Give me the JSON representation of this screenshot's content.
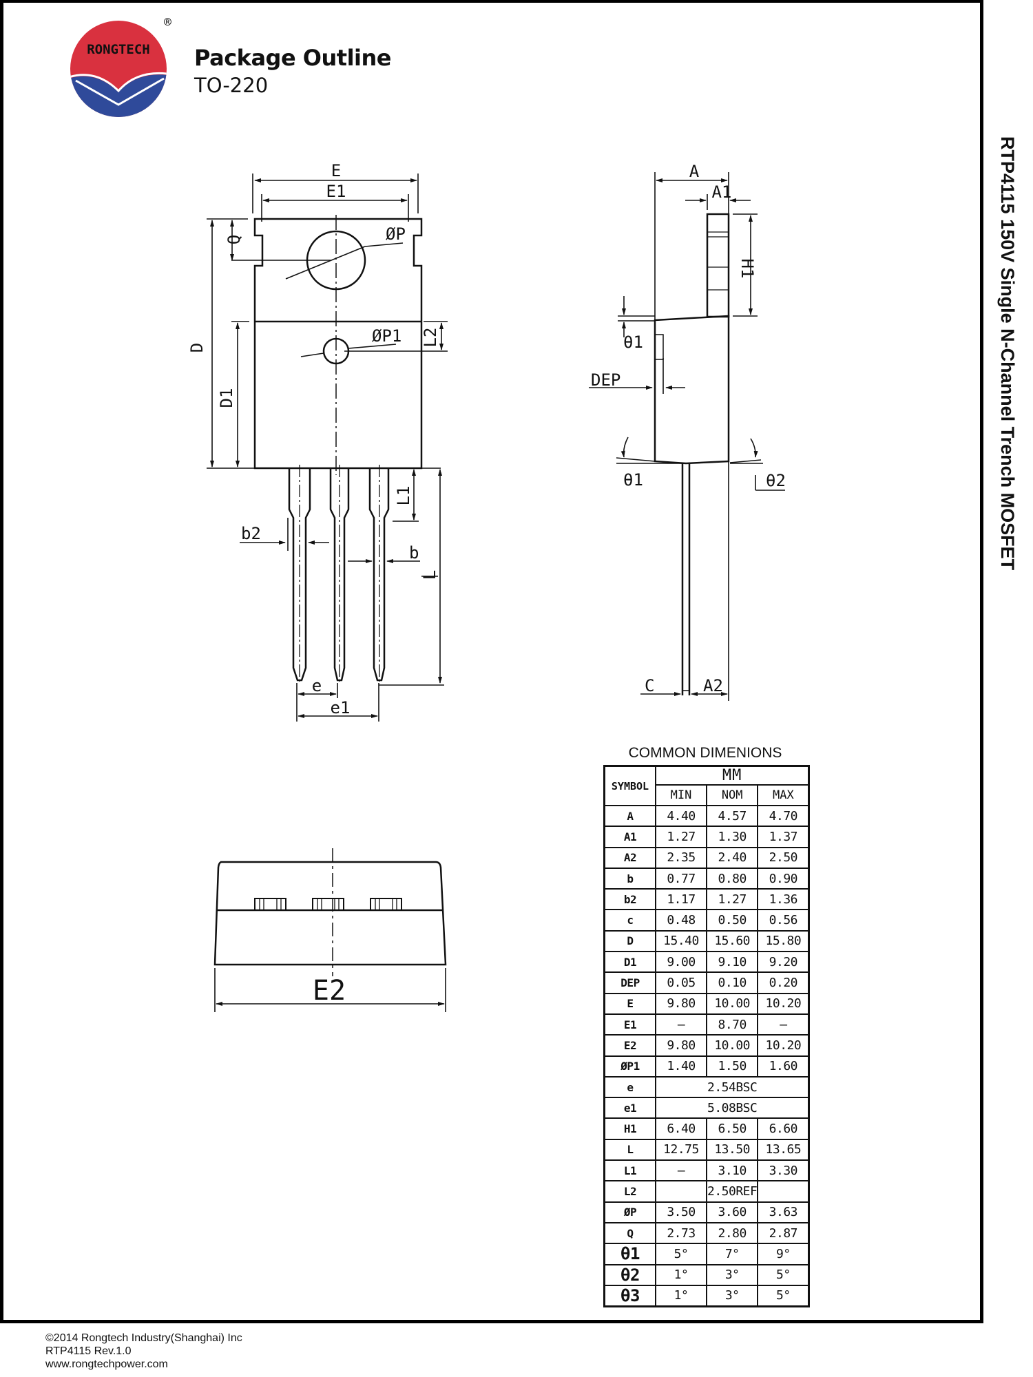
{
  "header": {
    "logo_text": "RONGTECH",
    "registered_mark": "®",
    "title": "Package Outline",
    "package": "TO-220"
  },
  "side_title": "RTP4115 150V Single N-Channel Trench MOSFET",
  "drawing_labels": {
    "front": {
      "E": "E",
      "E1": "E1",
      "P": "ØP",
      "P1": "ØP1",
      "Q": "Q",
      "D": "D",
      "D1": "D1",
      "L2": "L2",
      "L1": "L1",
      "L": "L",
      "b2": "b2",
      "b": "b",
      "e": "e",
      "e1": "e1"
    },
    "side": {
      "A": "A",
      "A1": "A1",
      "H1": "H1",
      "theta1_top": "θ1",
      "DEP": "DEP",
      "theta1_bottom": "θ1",
      "theta2": "θ2",
      "C": "C",
      "A2": "A2"
    },
    "bottom": {
      "E2": "E2"
    }
  },
  "dimensions_table": {
    "caption": "COMMON DIMENIONS",
    "unit": "MM",
    "symbol_header": "SYMBOL",
    "columns": [
      "MIN",
      "NOM",
      "MAX"
    ],
    "rows": [
      {
        "symbol": "A",
        "min": "4.40",
        "nom": "4.57",
        "max": "4.70"
      },
      {
        "symbol": "A1",
        "min": "1.27",
        "nom": "1.30",
        "max": "1.37"
      },
      {
        "symbol": "A2",
        "min": "2.35",
        "nom": "2.40",
        "max": "2.50"
      },
      {
        "symbol": "b",
        "min": "0.77",
        "nom": "0.80",
        "max": "0.90"
      },
      {
        "symbol": "b2",
        "min": "1.17",
        "nom": "1.27",
        "max": "1.36"
      },
      {
        "symbol": "c",
        "min": "0.48",
        "nom": "0.50",
        "max": "0.56"
      },
      {
        "symbol": "D",
        "min": "15.40",
        "nom": "15.60",
        "max": "15.80"
      },
      {
        "symbol": "D1",
        "min": "9.00",
        "nom": "9.10",
        "max": "9.20"
      },
      {
        "symbol": "DEP",
        "min": "0.05",
        "nom": "0.10",
        "max": "0.20"
      },
      {
        "symbol": "E",
        "min": "9.80",
        "nom": "10.00",
        "max": "10.20"
      },
      {
        "symbol": "E1",
        "min": "–",
        "nom": "8.70",
        "max": "–"
      },
      {
        "symbol": "E2",
        "min": "9.80",
        "nom": "10.00",
        "max": "10.20"
      },
      {
        "symbol": "ØP1",
        "min": "1.40",
        "nom": "1.50",
        "max": "1.60"
      },
      {
        "symbol": "e",
        "span": "2.54BSC"
      },
      {
        "symbol": "e1",
        "span": "5.08BSC"
      },
      {
        "symbol": "H1",
        "min": "6.40",
        "nom": "6.50",
        "max": "6.60"
      },
      {
        "symbol": "L",
        "min": "12.75",
        "nom": "13.50",
        "max": "13.65"
      },
      {
        "symbol": "L1",
        "min": "–",
        "nom": "3.10",
        "max": "3.30"
      },
      {
        "symbol": "L2",
        "min": "",
        "nom": "2.50REF",
        "max": ""
      },
      {
        "symbol": "ØP",
        "min": "3.50",
        "nom": "3.60",
        "max": "3.63"
      },
      {
        "symbol": "Q",
        "min": "2.73",
        "nom": "2.80",
        "max": "2.87"
      },
      {
        "symbol": "θ1",
        "min": "5°",
        "nom": "7°",
        "max": "9°"
      },
      {
        "symbol": "θ2",
        "min": "1°",
        "nom": "3°",
        "max": "5°"
      },
      {
        "symbol": "θ3",
        "min": "1°",
        "nom": "3°",
        "max": "5°"
      }
    ]
  },
  "footer": {
    "copyright": "©2014 Rongtech Industry(Shanghai) Inc",
    "revision": "RTP4115 Rev.1.0",
    "website": "www.rongtechpower.com"
  },
  "colors": {
    "logo_red": "#d9313f",
    "logo_blue": "#2f4a9a",
    "ink": "#111111"
  }
}
